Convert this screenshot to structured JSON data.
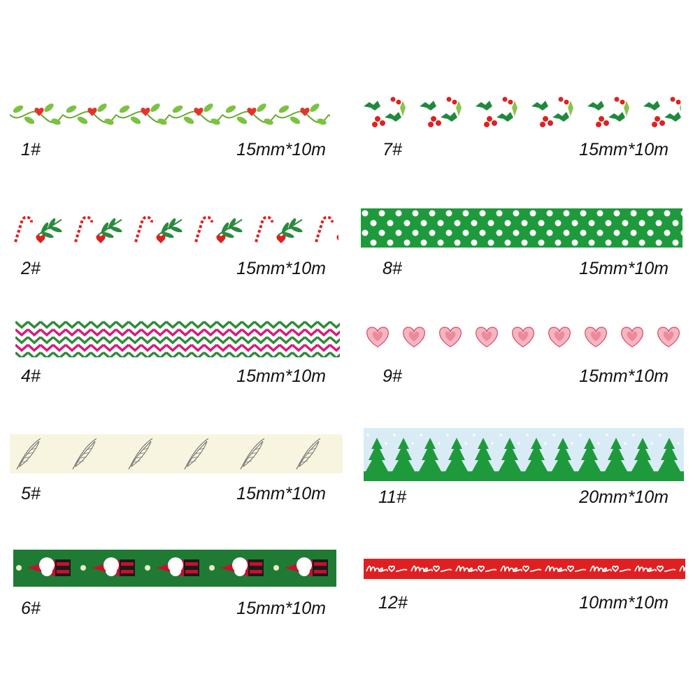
{
  "items": [
    {
      "number": "1#",
      "size": "15mm*10m",
      "pattern": "leaf-vine-hearts"
    },
    {
      "number": "2#",
      "size": "15mm*10m",
      "pattern": "candy-cane-holly"
    },
    {
      "number": "4#",
      "size": "15mm*10m",
      "pattern": "chevron-zigzag"
    },
    {
      "number": "5#",
      "size": "15mm*10m",
      "pattern": "sketch-feathers"
    },
    {
      "number": "6#",
      "size": "15mm*10m",
      "pattern": "santa-gnome"
    },
    {
      "number": "7#",
      "size": "15mm*10m",
      "pattern": "holly-berries"
    },
    {
      "number": "8#",
      "size": "15mm*10m",
      "pattern": "polka-dot"
    },
    {
      "number": "9#",
      "size": "15mm*10m",
      "pattern": "watercolor-hearts"
    },
    {
      "number": "11#",
      "size": "20mm*10m",
      "pattern": "pine-forest-snow"
    },
    {
      "number": "12#",
      "size": "10mm*10m",
      "pattern": "love-script"
    }
  ],
  "colors": {
    "green": "#1e9a3c",
    "red": "#e02020",
    "pink": "#d81b7a",
    "cream": "#f7f5df",
    "sky": "#d9ecf6"
  }
}
